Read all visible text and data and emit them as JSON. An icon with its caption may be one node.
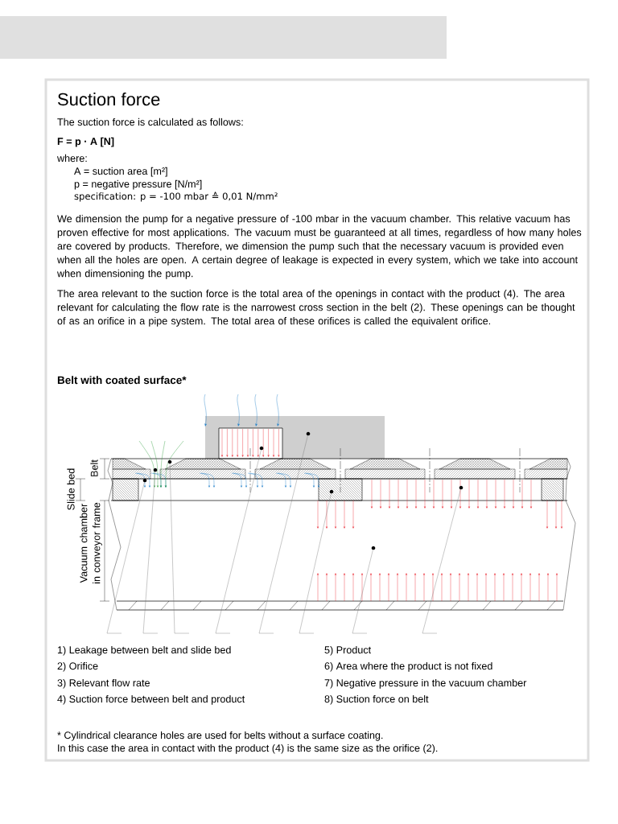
{
  "diagram": {
    "title": "Suction force",
    "labels": [
      "The suction force is calculated as follows:",
      "F = p · A [N]",
      "where:",
      "A = suction area [m²]",
      "p = negative pressure [N/m²]",
      "specification: p = -100 mbar ≙ 0,01 N/mm²",
      "We dimension the pump for a negative pressure of -100 mbar in the vacuum chamber. This relative vacuum has proven effective for most applications. The vacuum must be guaranteed at all times, regardless of how many holes are covered by products. Therefore, we dimension the pump such that the necessary vacuum is provided even when all the holes are open. A certain degree of leakage is expected in every system, which we take into account when dimensioning the pump.",
      "The area relevant to the suction force is the total area of the openings in contact with the product (4). The area relevant for calculating the flow rate is the narrowest cross section in the belt (2). These openings can be thought of as an orifice in a pipe system. The total area of these orifices is called the equivalent orifice.",
      "Belt with coated surface*",
      "Belt",
      "Slide bed",
      "Vacuum chamber in conveyor frame",
      "1) Leakage between belt and slide bed",
      "5) Product",
      "2) Orifice",
      "6) Area where the product is not fixed",
      "3) Relevant flow rate",
      "7) Negative pressure in the vacuum chamber",
      "4) Suction force between belt and product",
      "8) Suction force on belt",
      "* Cylindrical clearance holes are used for belts without a surface coating.",
      "In this case the area in contact with the product (4) is the same size as the orifice (2)."
    ]
  }
}
